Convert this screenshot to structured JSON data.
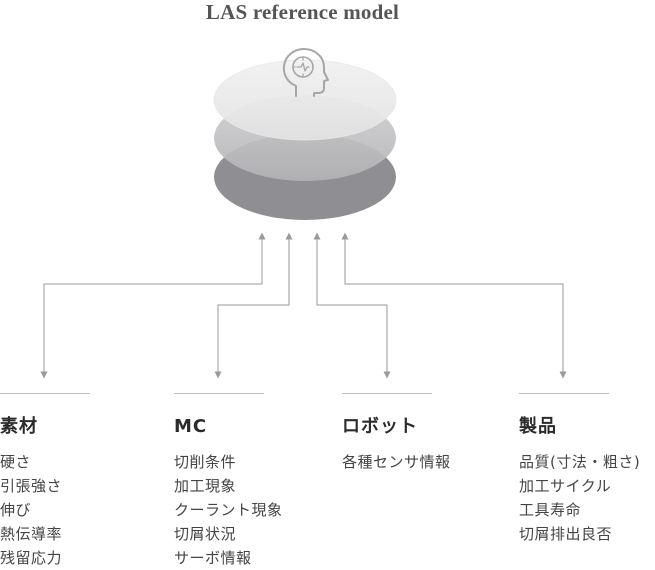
{
  "title": "LAS reference model",
  "icon": "head-circuit-icon",
  "colors": {
    "disc_top": "#ececec",
    "disc_middle": "#c6c6c9",
    "disc_bottom": "#8e8d91",
    "connector": "#9a9a9a",
    "rule": "#bdbdbd"
  },
  "columns": [
    {
      "heading": "素材",
      "items": [
        "硬さ",
        "引張強さ",
        "伸び",
        "熱伝導率",
        "残留応力"
      ]
    },
    {
      "heading": "MC",
      "items": [
        "切削条件",
        "加工現象",
        "クーラント現象",
        "切屑状況",
        "サーボ情報"
      ]
    },
    {
      "heading": "ロボット",
      "items": [
        "各種センサ情報"
      ]
    },
    {
      "heading": "製品",
      "items": [
        "品質(寸法・粗さ)",
        "加工サイクル",
        "工具寿命",
        "切屑排出良否"
      ]
    }
  ]
}
